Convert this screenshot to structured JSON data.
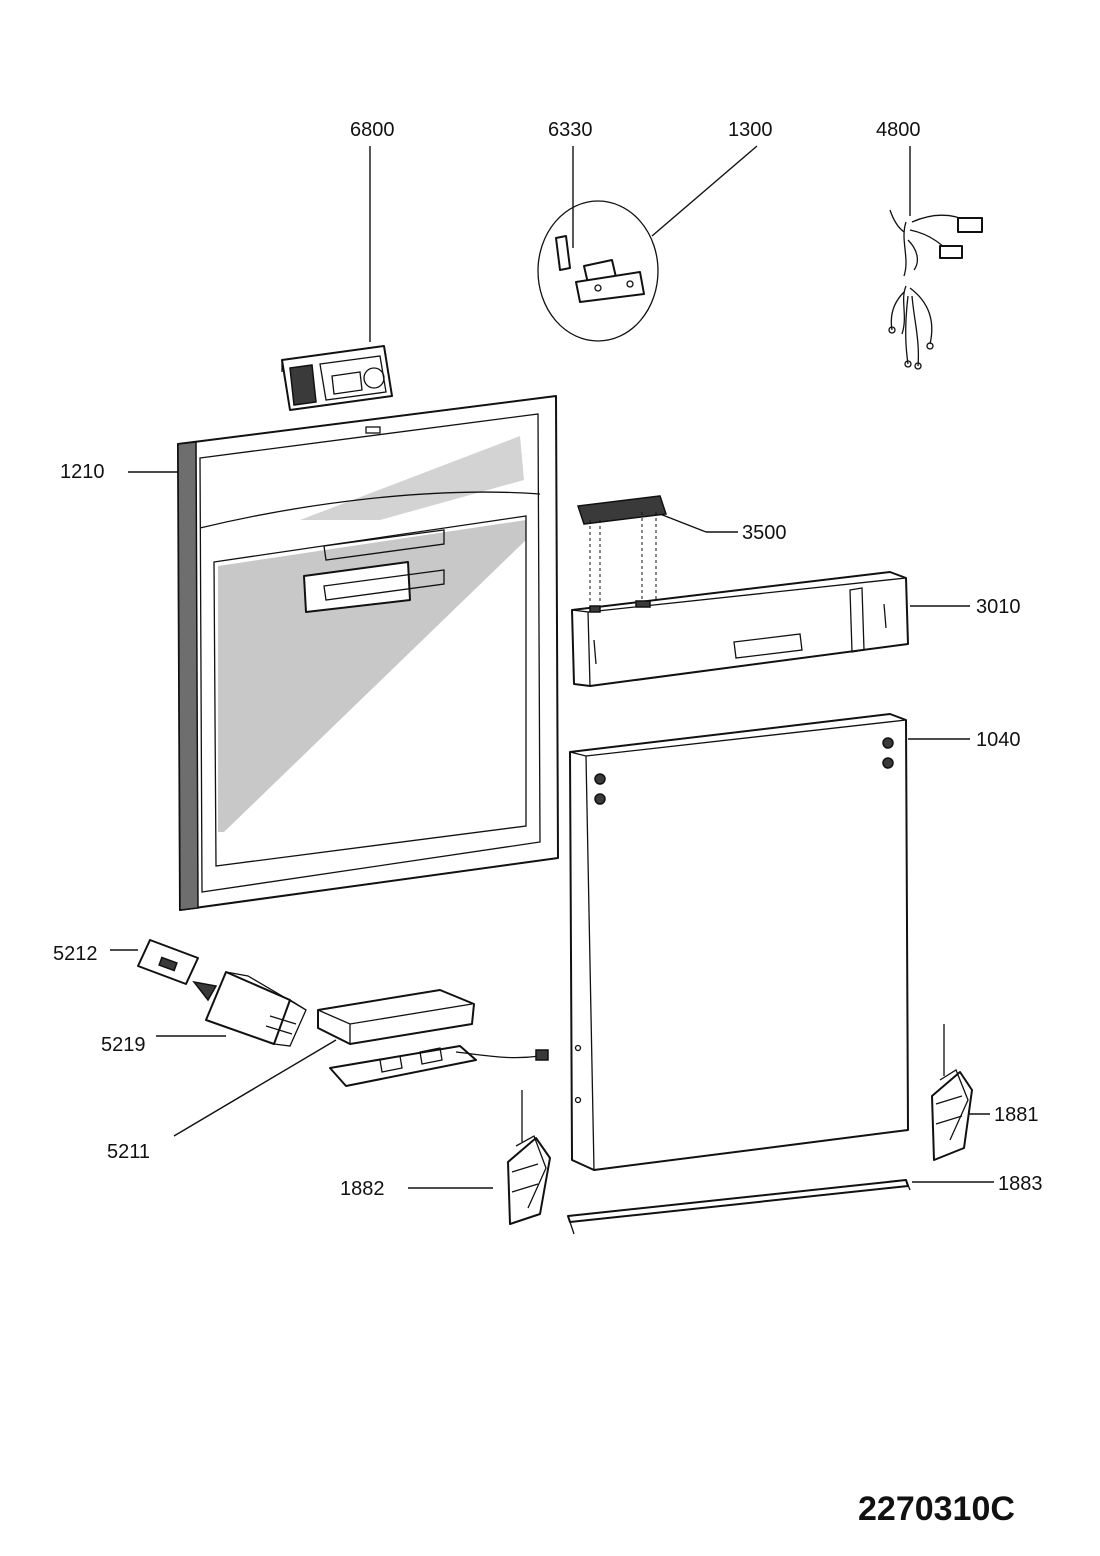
{
  "callouts": {
    "c6800": "6800",
    "c6330": "6330",
    "c1300": "1300",
    "c4800": "4800",
    "c1210": "1210",
    "c3500": "3500",
    "c3010": "3010",
    "c1040": "1040",
    "c5212": "5212",
    "c5219": "5219",
    "c5211": "5211",
    "c1881": "1881",
    "c1882": "1882",
    "c1883": "1883"
  },
  "drawing_code": "2270310C"
}
